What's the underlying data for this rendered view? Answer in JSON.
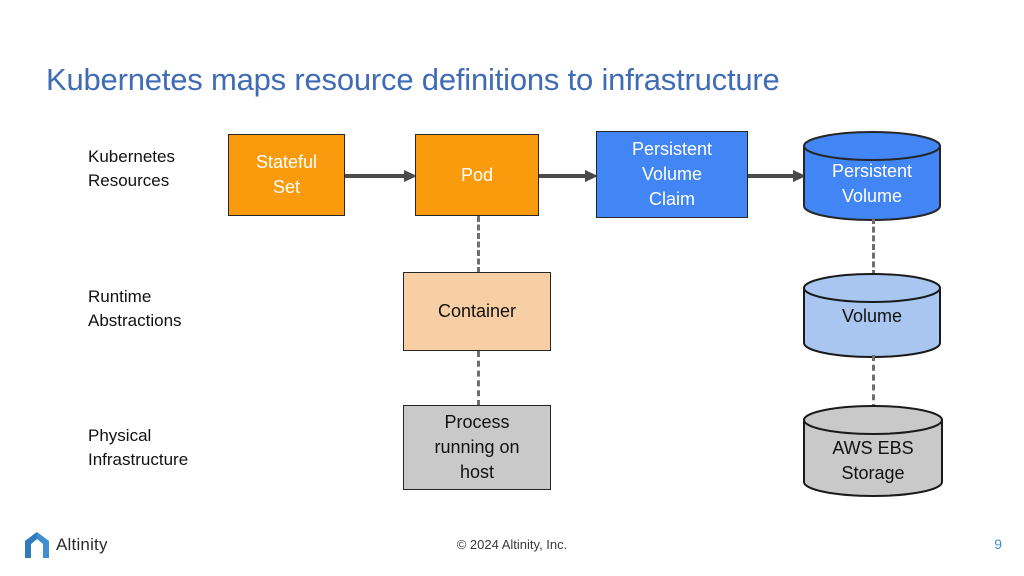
{
  "slide": {
    "title": "Kubernetes maps resource definitions to infrastructure",
    "title_color": "#3f6cb4",
    "background": "#ffffff"
  },
  "rows": [
    {
      "label": "Kubernetes\nResources"
    },
    {
      "label": "Runtime\nAbstractions"
    },
    {
      "label": "Physical\nInfrastructure"
    }
  ],
  "row_labels": {
    "kubernetes_resources_line1": "Kubernetes",
    "kubernetes_resources_line2": "Resources",
    "runtime_abstractions_line1": "Runtime",
    "runtime_abstractions_line2": "Abstractions",
    "physical_infrastructure_line1": "Physical",
    "physical_infrastructure_line2": "Infrastructure"
  },
  "nodes": {
    "stateful_set": {
      "label": "Stateful\nSet",
      "shape": "rectangle",
      "fill": "#F99B0C",
      "text_color": "#ffffff"
    },
    "pod": {
      "label": "Pod",
      "shape": "rectangle",
      "fill": "#F99B0C",
      "text_color": "#ffffff"
    },
    "persistent_volume_claim": {
      "label": "Persistent\nVolume\nClaim",
      "shape": "rectangle",
      "fill": "#4285F4",
      "text_color": "#ffffff"
    },
    "persistent_volume": {
      "label": "Persistent\nVolume",
      "shape": "cylinder",
      "fill": "#4285F4",
      "text_color": "#ffffff"
    },
    "container": {
      "label": "Container",
      "shape": "rectangle",
      "fill": "#F8CFA4",
      "text_color": "#111111"
    },
    "volume": {
      "label": "Volume",
      "shape": "cylinder",
      "fill": "#A8C6F0",
      "text_color": "#111111"
    },
    "process_on_host": {
      "label": "Process\nrunning on\nhost",
      "shape": "rectangle",
      "fill": "#C9C9C9",
      "text_color": "#111111"
    },
    "aws_ebs_storage": {
      "label": "AWS EBS\nStorage",
      "shape": "cylinder",
      "fill": "#C9C9C9",
      "text_color": "#111111"
    }
  },
  "connectors": {
    "arrow_color": "#4a4a4a",
    "dashed_color": "#6f6f6f",
    "arrows": [
      {
        "from": "stateful_set",
        "to": "pod",
        "style": "solid-arrow"
      },
      {
        "from": "pod",
        "to": "persistent_volume_claim",
        "style": "solid-arrow"
      },
      {
        "from": "persistent_volume_claim",
        "to": "persistent_volume",
        "style": "solid-arrow"
      }
    ],
    "dashed": [
      {
        "from": "pod",
        "to": "container",
        "style": "dashed"
      },
      {
        "from": "container",
        "to": "process_on_host",
        "style": "dashed"
      },
      {
        "from": "persistent_volume",
        "to": "volume",
        "style": "dashed"
      },
      {
        "from": "volume",
        "to": "aws_ebs_storage",
        "style": "dashed"
      }
    ]
  },
  "footer": {
    "logo_text": "Altinity",
    "logo_color": "#3f8fd0",
    "copyright": "© 2024 Altinity, Inc.",
    "page_number": "9",
    "page_number_color": "#3f8fd0"
  }
}
